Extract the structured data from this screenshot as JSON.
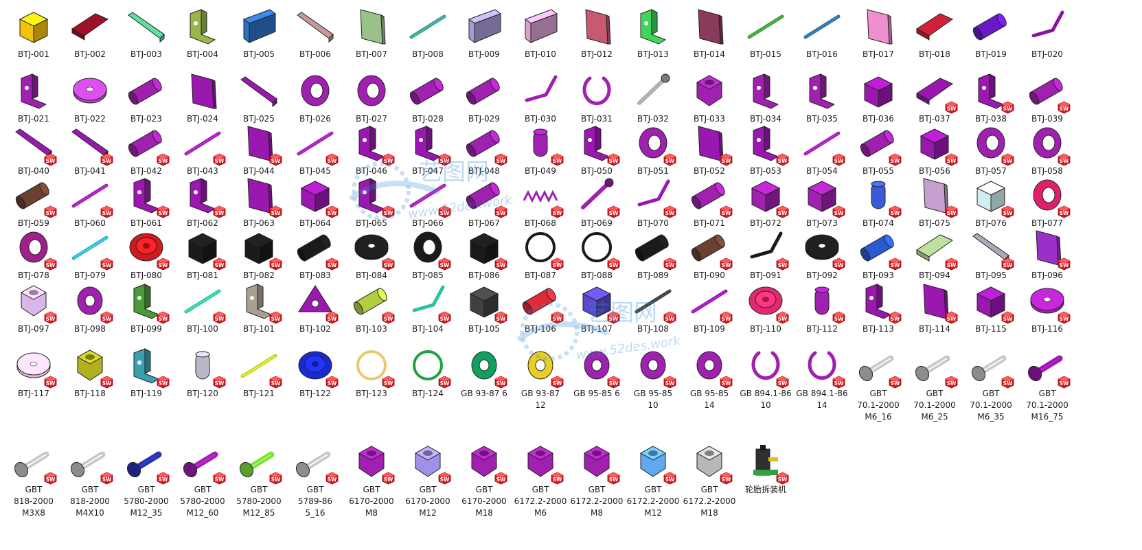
{
  "badge": {
    "text": "SW",
    "color": "#d71920"
  },
  "watermarks": [
    {
      "name": "艺图网",
      "url": "www.52des.work"
    },
    {
      "name": "艺图网",
      "url": "www.52des.work"
    }
  ],
  "rows": [
    [
      {
        "label": "BTJ-001",
        "color": "#f4c20d",
        "shape": "block",
        "badge": false
      },
      {
        "label": "BTJ-002",
        "color": "#a0102a",
        "shape": "plate",
        "badge": false
      },
      {
        "label": "BTJ-003",
        "color": "#5fe0a0",
        "shape": "bar",
        "badge": false
      },
      {
        "label": "BTJ-004",
        "color": "#9ab54a",
        "shape": "bracket",
        "badge": false
      },
      {
        "label": "BTJ-005",
        "color": "#2e6fc1",
        "shape": "channel",
        "badge": false
      },
      {
        "label": "BTJ-006",
        "color": "#c79a9a",
        "shape": "bar",
        "badge": false
      },
      {
        "label": "BTJ-007",
        "color": "#9bc18a",
        "shape": "panel",
        "badge": false
      },
      {
        "label": "BTJ-008",
        "color": "#3a9c8e",
        "shape": "rod",
        "badge": false
      },
      {
        "label": "BTJ-009",
        "color": "#a79ad6",
        "shape": "channel",
        "badge": false
      },
      {
        "label": "BTJ-010",
        "color": "#d6a0cf",
        "shape": "channel",
        "badge": false
      },
      {
        "label": "BTJ-012",
        "color": "#c75a6e",
        "shape": "panel",
        "badge": false
      },
      {
        "label": "BTJ-013",
        "color": "#3fd65a",
        "shape": "bracket",
        "badge": false
      },
      {
        "label": "BTJ-014",
        "color": "#8a3a5a",
        "shape": "panel",
        "badge": false
      },
      {
        "label": "BTJ-015",
        "color": "#3f9a3a",
        "shape": "rod",
        "badge": false
      },
      {
        "label": "BTJ-016",
        "color": "#2f6ea0",
        "shape": "rod",
        "badge": false
      },
      {
        "label": "BTJ-017",
        "color": "#f08fd0",
        "shape": "panel",
        "badge": false
      },
      {
        "label": "BTJ-018",
        "color": "#d0203a",
        "shape": "plate",
        "badge": false
      },
      {
        "label": "BTJ-019",
        "color": "#6a18c8",
        "shape": "cylinder",
        "badge": false
      },
      {
        "label": "BTJ-020",
        "color": "#8a12a0",
        "shape": "hook",
        "badge": false
      }
    ],
    [
      {
        "label": "BTJ-021",
        "color": "#a020b0",
        "shape": "bracket",
        "badge": false
      },
      {
        "label": "BTJ-022",
        "color": "#b040c0",
        "shape": "disc",
        "badge": false
      },
      {
        "label": "BTJ-023",
        "color": "#a020b0",
        "shape": "cylinder",
        "badge": false
      },
      {
        "label": "BTJ-024",
        "color": "#9a18b0",
        "shape": "panel",
        "badge": false
      },
      {
        "label": "BTJ-025",
        "color": "#9a18b0",
        "shape": "bar",
        "badge": false
      },
      {
        "label": "BTJ-026",
        "color": "#a020b0",
        "shape": "ring",
        "badge": false
      },
      {
        "label": "BTJ-027",
        "color": "#a020b0",
        "shape": "ring",
        "badge": false
      },
      {
        "label": "BTJ-028",
        "color": "#a020b0",
        "shape": "cylinder",
        "badge": false
      },
      {
        "label": "BTJ-029",
        "color": "#a020b0",
        "shape": "cylinder",
        "badge": false
      },
      {
        "label": "BTJ-030",
        "color": "#a020b0",
        "shape": "hook",
        "badge": false
      },
      {
        "label": "BTJ-031",
        "color": "#a020b0",
        "shape": "clip",
        "badge": false
      },
      {
        "label": "BTJ-032",
        "color": "#b0b0b0",
        "shape": "pin",
        "badge": false
      },
      {
        "label": "BTJ-033",
        "color": "#a020b0",
        "shape": "nut",
        "badge": false
      },
      {
        "label": "BTJ-034",
        "color": "#a020b0",
        "shape": "bracket",
        "badge": false
      },
      {
        "label": "BTJ-035",
        "color": "#a020b0",
        "shape": "bracket",
        "badge": false
      },
      {
        "label": "BTJ-036",
        "color": "#9a18b0",
        "shape": "block",
        "badge": false
      },
      {
        "label": "BTJ-037",
        "color": "#9a18b0",
        "shape": "plate",
        "badge": true
      },
      {
        "label": "BTJ-038",
        "color": "#9a18b0",
        "shape": "bracket",
        "badge": true
      },
      {
        "label": "BTJ-039",
        "color": "#a020b0",
        "shape": "cylinder",
        "badge": true
      }
    ],
    [
      {
        "label": "BTJ-040",
        "color": "#9a18b0",
        "shape": "bar",
        "badge": true
      },
      {
        "label": "BTJ-041",
        "color": "#9a18b0",
        "shape": "bar",
        "badge": true
      },
      {
        "label": "BTJ-042",
        "color": "#a020b0",
        "shape": "cylinder",
        "badge": true
      },
      {
        "label": "BTJ-043",
        "color": "#a020b0",
        "shape": "rod",
        "badge": true
      },
      {
        "label": "BTJ-044",
        "color": "#9a18b0",
        "shape": "panel",
        "badge": true
      },
      {
        "label": "BTJ-045",
        "color": "#a020b0",
        "shape": "rod",
        "badge": true
      },
      {
        "label": "BTJ-046",
        "color": "#9a18b0",
        "shape": "bracket",
        "badge": true
      },
      {
        "label": "BTJ-047",
        "color": "#9a18b0",
        "shape": "bracket",
        "badge": true
      },
      {
        "label": "BTJ-048",
        "color": "#a020b0",
        "shape": "cylinder",
        "badge": true
      },
      {
        "label": "BTJ-049",
        "color": "#a020b0",
        "shape": "knob",
        "badge": true
      },
      {
        "label": "BTJ-050",
        "color": "#9a18b0",
        "shape": "bracket",
        "badge": true
      },
      {
        "label": "BTJ-051",
        "color": "#a020b0",
        "shape": "ring",
        "badge": true
      },
      {
        "label": "BTJ-052",
        "color": "#9a18b0",
        "shape": "panel",
        "badge": true
      },
      {
        "label": "BTJ-053",
        "color": "#9a18b0",
        "shape": "bracket",
        "badge": true
      },
      {
        "label": "BTJ-054",
        "color": "#a020b0",
        "shape": "rod",
        "badge": true
      },
      {
        "label": "BTJ-055",
        "color": "#a020b0",
        "shape": "cylinder",
        "badge": true
      },
      {
        "label": "BTJ-056",
        "color": "#9a18b0",
        "shape": "block",
        "badge": true
      },
      {
        "label": "BTJ-057",
        "color": "#a020b0",
        "shape": "ring",
        "badge": true
      },
      {
        "label": "BTJ-058",
        "color": "#a020b0",
        "shape": "ring",
        "badge": true
      }
    ],
    [
      {
        "label": "BTJ-059",
        "color": "#6a4030",
        "shape": "cylinder",
        "badge": true
      },
      {
        "label": "BTJ-060",
        "color": "#a020b0",
        "shape": "rod",
        "badge": true
      },
      {
        "label": "BTJ-061",
        "color": "#9a18b0",
        "shape": "bracket",
        "badge": true
      },
      {
        "label": "BTJ-062",
        "color": "#9a18b0",
        "shape": "bracket",
        "badge": true
      },
      {
        "label": "BTJ-063",
        "color": "#9a18b0",
        "shape": "panel",
        "badge": true
      },
      {
        "label": "BTJ-064",
        "color": "#9a18b0",
        "shape": "block",
        "badge": true
      },
      {
        "label": "BTJ-065",
        "color": "#9a18b0",
        "shape": "bracket",
        "badge": true
      },
      {
        "label": "BTJ-066",
        "color": "#a020b0",
        "shape": "rod",
        "badge": true
      },
      {
        "label": "BTJ-067",
        "color": "#a020b0",
        "shape": "cylinder",
        "badge": true
      },
      {
        "label": "BTJ-068",
        "color": "#a020b0",
        "shape": "spring",
        "badge": true
      },
      {
        "label": "BTJ-069",
        "color": "#a020b0",
        "shape": "pin",
        "badge": true
      },
      {
        "label": "BTJ-070",
        "color": "#9a18b0",
        "shape": "hook",
        "badge": true
      },
      {
        "label": "BTJ-071",
        "color": "#a020b0",
        "shape": "cylinder",
        "badge": true
      },
      {
        "label": "BTJ-072",
        "color": "#a020b0",
        "shape": "block",
        "badge": true
      },
      {
        "label": "BTJ-073",
        "color": "#a020b0",
        "shape": "block",
        "badge": true
      },
      {
        "label": "BTJ-074",
        "color": "#3a5ad6",
        "shape": "knob",
        "badge": true
      },
      {
        "label": "BTJ-075",
        "color": "#c8a0d0",
        "shape": "panel",
        "badge": true
      },
      {
        "label": "BTJ-076",
        "color": "#d0eef0",
        "shape": "block",
        "badge": true
      },
      {
        "label": "BTJ-077",
        "color": "#e0206a",
        "shape": "ring",
        "badge": true
      }
    ],
    [
      {
        "label": "BTJ-078",
        "color": "#a0208a",
        "shape": "ring",
        "badge": true
      },
      {
        "label": "BTJ-079",
        "color": "#30b0d0",
        "shape": "rod",
        "badge": true
      },
      {
        "label": "BTJ-080",
        "color": "#d01a20",
        "shape": "wheel",
        "badge": true
      },
      {
        "label": "BTJ-081",
        "color": "#1a1a1a",
        "shape": "block",
        "badge": true
      },
      {
        "label": "BTJ-082",
        "color": "#1a1a1a",
        "shape": "block",
        "badge": true
      },
      {
        "label": "BTJ-083",
        "color": "#1a1a1a",
        "shape": "cylinder",
        "badge": true
      },
      {
        "label": "BTJ-084",
        "color": "#1a1a1a",
        "shape": "disc",
        "badge": true
      },
      {
        "label": "BTJ-085",
        "color": "#1a1a1a",
        "shape": "ring",
        "badge": true
      },
      {
        "label": "BTJ-086",
        "color": "#1a1a1a",
        "shape": "block",
        "badge": true
      },
      {
        "label": "BTJ-087",
        "color": "#1a1a1a",
        "shape": "oring",
        "badge": true
      },
      {
        "label": "BTJ-088",
        "color": "#1a1a1a",
        "shape": "oring",
        "badge": true
      },
      {
        "label": "BTJ-089",
        "color": "#1a1a1a",
        "shape": "cylinder",
        "badge": true
      },
      {
        "label": "BTJ-090",
        "color": "#6a4030",
        "shape": "cylinder",
        "badge": true
      },
      {
        "label": "BTJ-091",
        "color": "#1a1a1a",
        "shape": "hook",
        "badge": true
      },
      {
        "label": "BTJ-092",
        "color": "#1a1a1a",
        "shape": "disc",
        "badge": true
      },
      {
        "label": "BTJ-093",
        "color": "#2a5ad0",
        "shape": "cylinder",
        "badge": true
      },
      {
        "label": "BTJ-094",
        "color": "#c0e0a0",
        "shape": "plate",
        "badge": true
      },
      {
        "label": "BTJ-095",
        "color": "#b0a8b8",
        "shape": "bar",
        "badge": true
      },
      {
        "label": "BTJ-096",
        "color": "#9a30c8",
        "shape": "panel",
        "badge": true
      }
    ],
    [
      {
        "label": "BTJ-097",
        "color": "#d8b8e8",
        "shape": "nut",
        "badge": true
      },
      {
        "label": "BTJ-098",
        "color": "#a020b0",
        "shape": "washer",
        "badge": true
      },
      {
        "label": "BTJ-099",
        "color": "#4a9a3a",
        "shape": "bracket",
        "badge": true
      },
      {
        "label": "BTJ-100",
        "color": "#30c0a0",
        "shape": "rod",
        "badge": true
      },
      {
        "label": "BTJ-101",
        "color": "#a8a090",
        "shape": "bracket",
        "badge": true
      },
      {
        "label": "BTJ-102",
        "color": "#9a18b0",
        "shape": "triangle",
        "badge": true
      },
      {
        "label": "BTJ-103",
        "color": "#b0d040",
        "shape": "cylinder",
        "badge": true
      },
      {
        "label": "BTJ-104",
        "color": "#30c0a0",
        "shape": "hook",
        "badge": true
      },
      {
        "label": "BTJ-105",
        "color": "#404040",
        "shape": "block",
        "badge": true
      },
      {
        "label": "BTJ-106",
        "color": "#e02a3a",
        "shape": "cylinder",
        "badge": true
      },
      {
        "label": "BTJ-107",
        "color": "#5a4ad0",
        "shape": "block",
        "badge": true
      },
      {
        "label": "BTJ-108",
        "color": "#404040",
        "shape": "rod",
        "badge": true
      },
      {
        "label": "BTJ-109",
        "color": "#9a18b0",
        "shape": "rod",
        "badge": true
      },
      {
        "label": "BTJ-110",
        "color": "#e02a6a",
        "shape": "wheel",
        "badge": true
      },
      {
        "label": "BTJ-112",
        "color": "#a020b0",
        "shape": "knob",
        "badge": true
      },
      {
        "label": "BTJ-113",
        "color": "#9a18b0",
        "shape": "bracket",
        "badge": true
      },
      {
        "label": "BTJ-114",
        "color": "#9a18b0",
        "shape": "panel",
        "badge": true
      },
      {
        "label": "BTJ-115",
        "color": "#9a18b0",
        "shape": "block",
        "badge": true
      },
      {
        "label": "BTJ-116",
        "color": "#a020b0",
        "shape": "disc",
        "badge": true
      }
    ],
    [
      {
        "label": "BTJ-117",
        "color": "#e8b8d8",
        "shape": "disc",
        "badge": true
      },
      {
        "label": "BTJ-118",
        "color": "#b0b020",
        "shape": "nut",
        "badge": true
      },
      {
        "label": "BTJ-119",
        "color": "#3aa0b0",
        "shape": "bracket",
        "badge": true
      },
      {
        "label": "BTJ-120",
        "color": "#b8b8c8",
        "shape": "knob",
        "badge": true
      },
      {
        "label": "BTJ-121",
        "color": "#c0d020",
        "shape": "rod",
        "badge": true
      },
      {
        "label": "BTJ-122",
        "color": "#1a2ad0",
        "shape": "wheel",
        "badge": true
      },
      {
        "label": "BTJ-123",
        "color": "#e8c870",
        "shape": "oring",
        "badge": true
      },
      {
        "label": "BTJ-124",
        "color": "#20a040",
        "shape": "oring",
        "badge": true
      },
      {
        "label": "GB 93-87  6",
        "color": "#10a060",
        "shape": "washer",
        "badge": true
      },
      {
        "label": "GB 93-87\n12",
        "color": "#e8d020",
        "shape": "washer",
        "badge": true
      },
      {
        "label": "GB 95-85  6",
        "color": "#a020b0",
        "shape": "washer",
        "badge": true
      },
      {
        "label": "GB 95-85\n10",
        "color": "#a020b0",
        "shape": "washer",
        "badge": true
      },
      {
        "label": "GB 95-85\n14",
        "color": "#a020b0",
        "shape": "washer",
        "badge": true
      },
      {
        "label": "GB 894.1-86\n10",
        "color": "#a020b0",
        "shape": "clip",
        "badge": true
      },
      {
        "label": "GB 894.1-86\n14",
        "color": "#a020b0",
        "shape": "clip",
        "badge": true
      },
      {
        "label": "GBT\n70.1-2000\nM6_16",
        "color": "#c8c8c8",
        "shape": "bolt",
        "badge": true
      },
      {
        "label": "GBT\n70.1-2000\nM6_25",
        "color": "#c8c8c8",
        "shape": "bolt",
        "badge": true
      },
      {
        "label": "GBT\n70.1-2000\nM6_35",
        "color": "#c8c8c8",
        "shape": "bolt",
        "badge": true
      },
      {
        "label": "GBT\n70.1-2000\nM16_75",
        "color": "#9a18b0",
        "shape": "bolt",
        "badge": true
      }
    ],
    [
      {
        "label": "GBT\n818-2000\nM3X8",
        "color": "#c8c8c8",
        "shape": "bolt",
        "badge": true
      },
      {
        "label": "GBT\n818-2000\nM4X10",
        "color": "#c8c8c8",
        "shape": "bolt",
        "badge": true
      },
      {
        "label": "GBT\n5780-2000\nM12_35",
        "color": "#2a30b0",
        "shape": "bolt",
        "badge": true
      },
      {
        "label": "GBT\n5780-2000\nM12_60",
        "color": "#a020b0",
        "shape": "bolt",
        "badge": true
      },
      {
        "label": "GBT\n5780-2000\nM12_85",
        "color": "#80e040",
        "shape": "bolt",
        "badge": true
      },
      {
        "label": "GBT\n5789-86\n5_16",
        "color": "#c8c8c8",
        "shape": "bolt",
        "badge": true
      },
      {
        "label": "GBT\n6170-2000\nM8",
        "color": "#a020b0",
        "shape": "nut",
        "badge": true
      },
      {
        "label": "GBT\n6170-2000\nM12",
        "color": "#a090e8",
        "shape": "nut",
        "badge": true
      },
      {
        "label": "GBT\n6170-2000\nM18",
        "color": "#a020b0",
        "shape": "nut",
        "badge": true
      },
      {
        "label": "GBT\n6172.2-2000\nM6",
        "color": "#a020b0",
        "shape": "nut",
        "badge": true
      },
      {
        "label": "GBT\n6172.2-2000\nM8",
        "color": "#a020b0",
        "shape": "nut",
        "badge": true
      },
      {
        "label": "GBT\n6172.2-2000\nM12",
        "color": "#60a8f0",
        "shape": "nut",
        "badge": true
      },
      {
        "label": "GBT\n6172.2-2000\nM18",
        "color": "#b8b8b8",
        "shape": "nut",
        "badge": true
      },
      {
        "label": "轮胎拆装机",
        "color": "#30a040",
        "shape": "machine",
        "badge": true
      }
    ]
  ]
}
